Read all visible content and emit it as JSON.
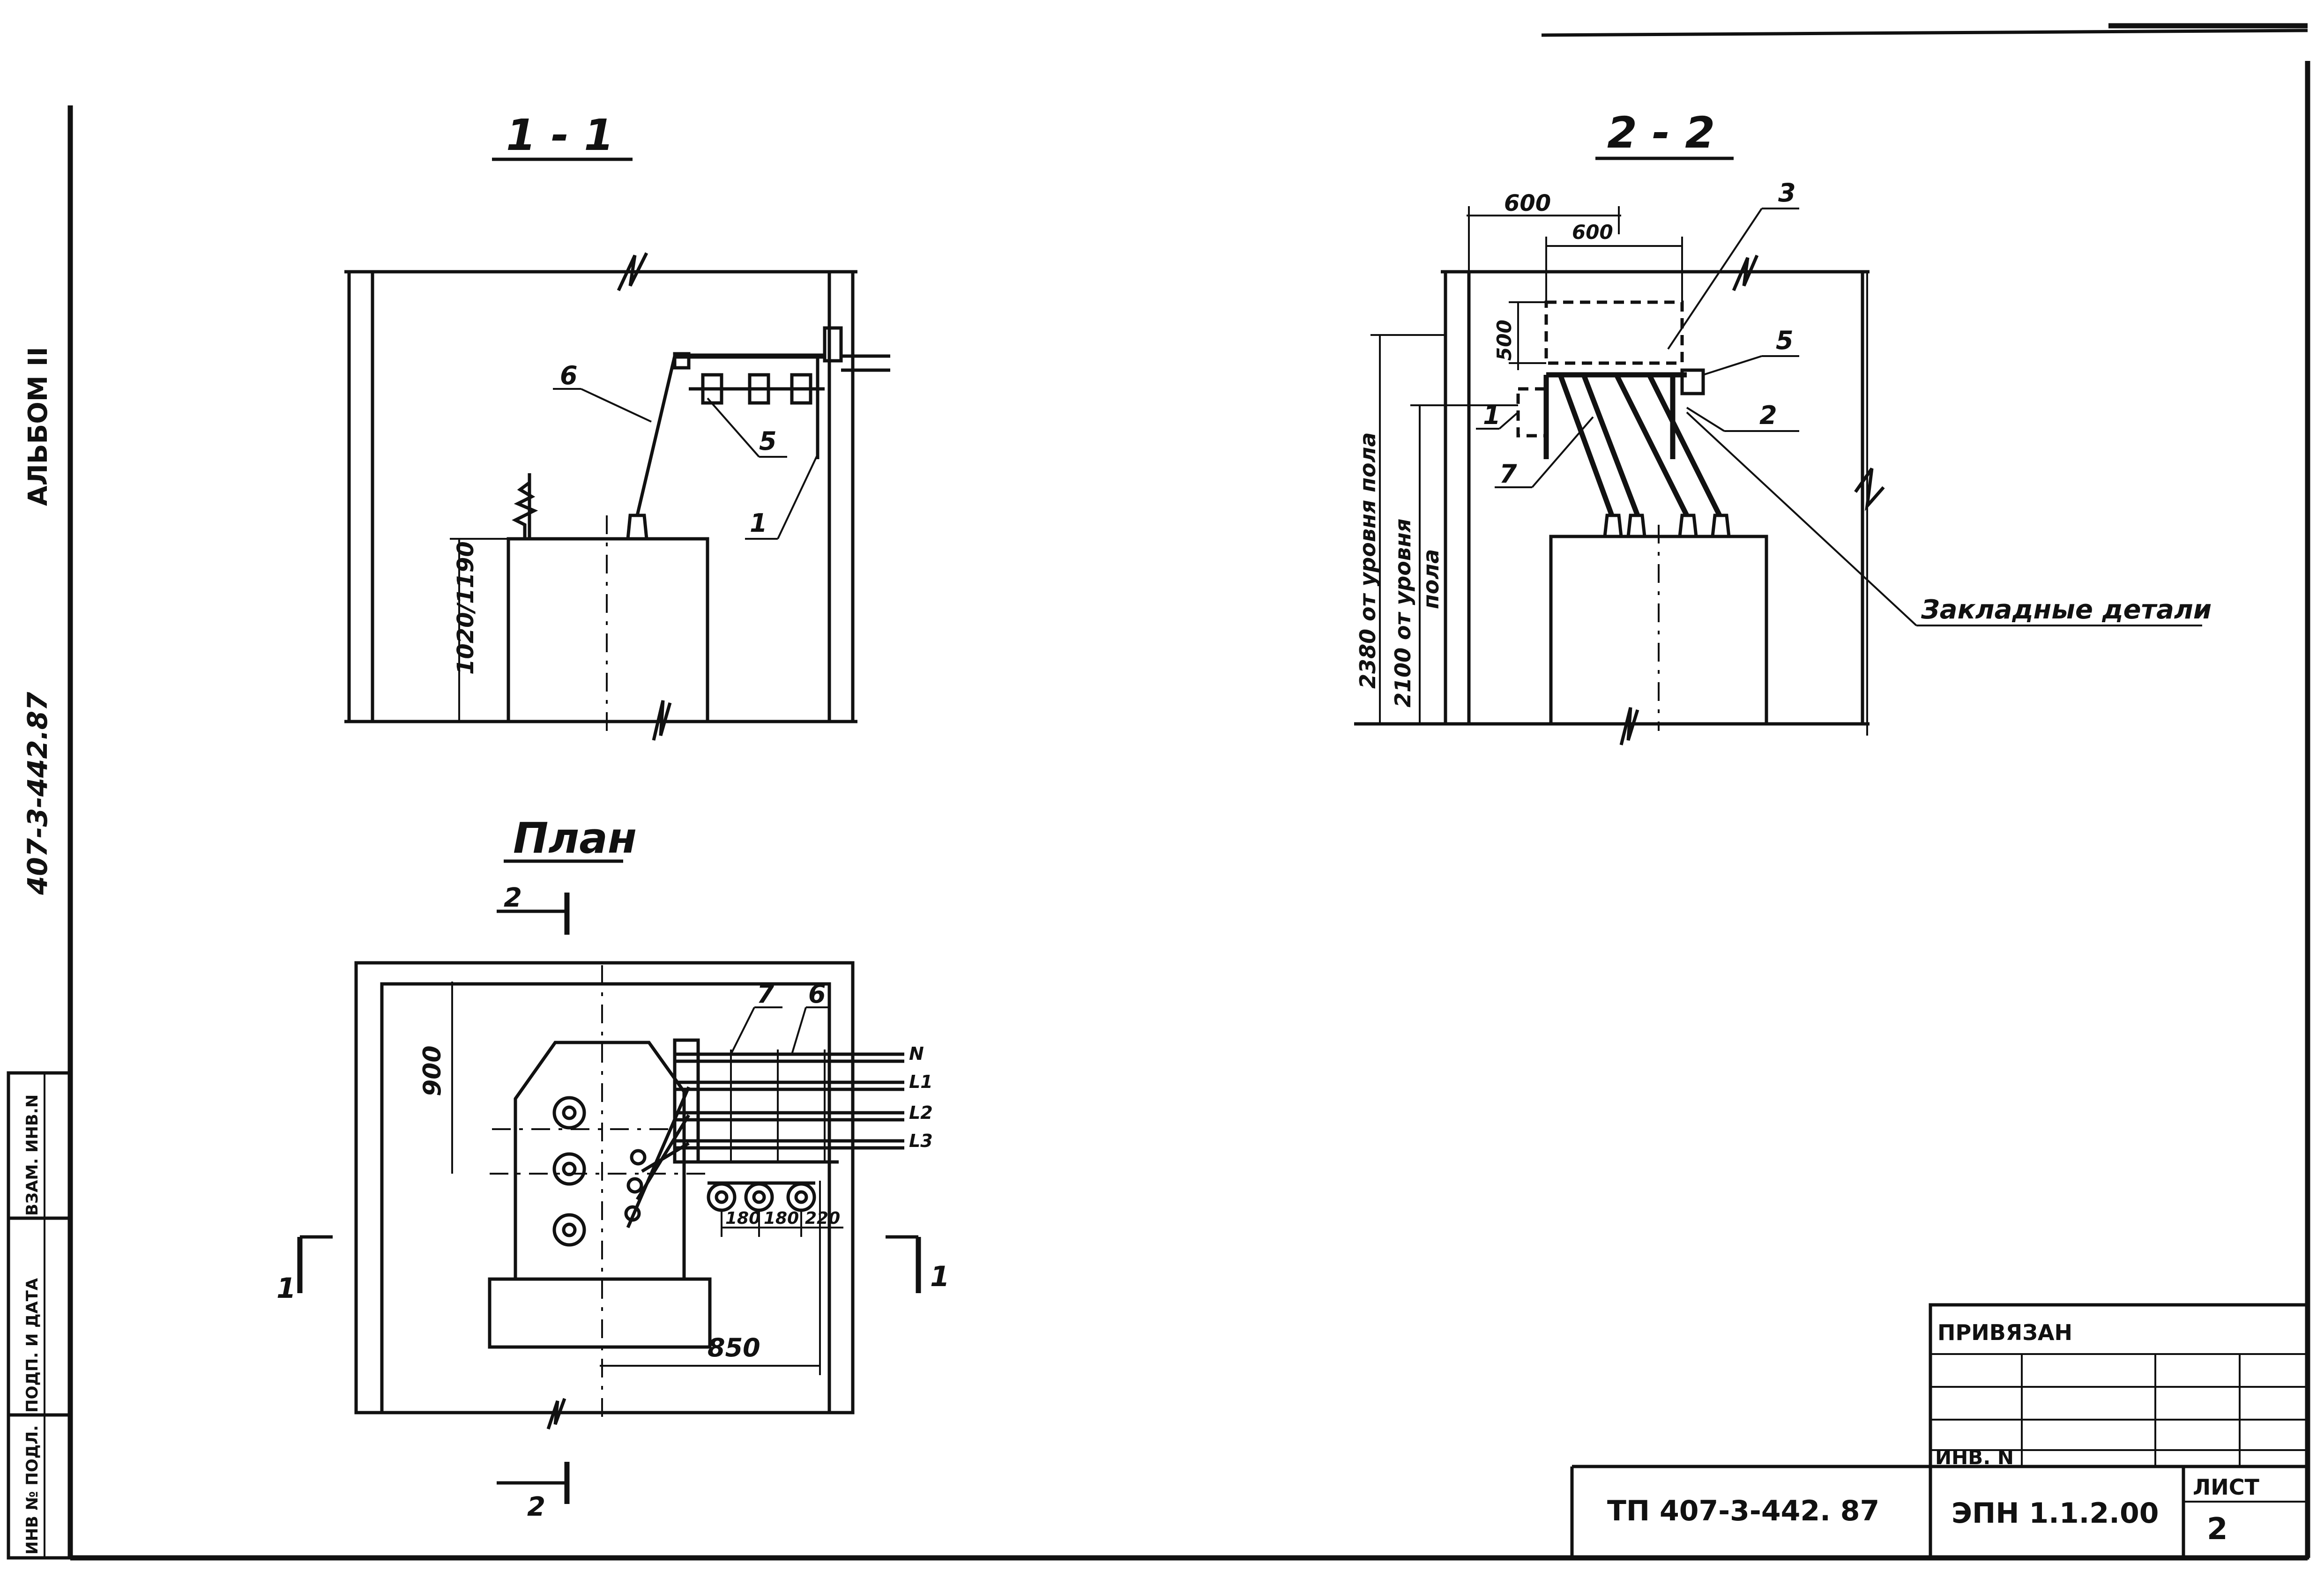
{
  "side_margin": {
    "album": "АЛЬБОМ II",
    "code": "407-3-442.87",
    "stamp_cells": [
      "ИНВ № ПОДЛ.",
      "ПОДП. И ДАТА",
      "ВЗАМ. ИНВ.N"
    ]
  },
  "views": {
    "section_1": {
      "title": "1 - 1",
      "dim_height": "1020/1190",
      "callouts": [
        "6",
        "5",
        "1"
      ]
    },
    "section_2": {
      "title": "2 - 2",
      "dim_600_a": "600",
      "dim_600_b": "600",
      "dim_500": "500",
      "level_2380": "2380 от уровня пола",
      "level_2100_a": "2100 от уровня",
      "level_2100_b": "пола",
      "callouts": [
        "3",
        "5",
        "1",
        "2",
        "7"
      ],
      "embedded": "Закладные детали"
    },
    "plan": {
      "title": "План",
      "cut_2_top": "2",
      "cut_2_bottom": "2",
      "cut_1_left": "1",
      "cut_1_right": "1",
      "dim_900": "900",
      "dim_850": "850",
      "dims_small": [
        "180",
        "180",
        "220"
      ],
      "callouts": [
        "7",
        "6"
      ],
      "phases": [
        "N",
        "L1",
        "L2",
        "L3"
      ]
    }
  },
  "title_block": {
    "bound": "ПРИВЯЗАН",
    "inv": "ИНВ. N",
    "project": "ТП 407-3-442. 87",
    "doc": "ЭПН 1.1.2.00",
    "sheet_label": "ЛИСТ",
    "sheet_no": "2"
  }
}
